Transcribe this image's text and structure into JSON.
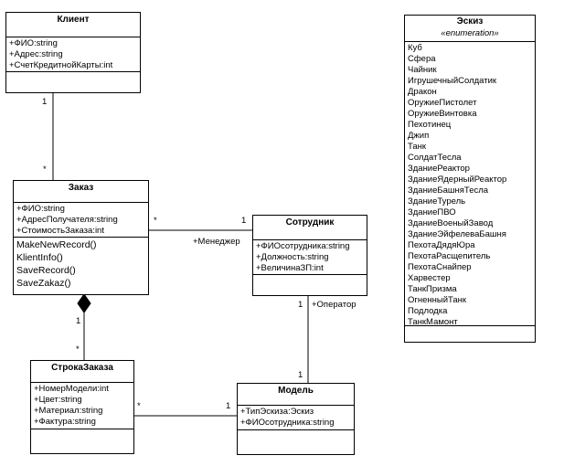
{
  "klient": {
    "name": "Клиент",
    "attributes": [
      "+ФИО:string",
      "+Адрес:string",
      "+СчетКредитнойКарты:int"
    ]
  },
  "zakaz": {
    "name": "Заказ",
    "attributes": [
      "+ФИО:string",
      "+АдресПолучателя:string",
      "+СтоимостьЗаказа:int"
    ],
    "operations": [
      "MakeNewRecord()",
      "KlientInfo()",
      "SaveRecord()",
      "SaveZakaz()"
    ]
  },
  "sotrudnik": {
    "name": "Сотрудник",
    "attributes": [
      "+ФИОсотрудника:string",
      "+Должность:string",
      "+ВеличинаЗП:int"
    ]
  },
  "stroka": {
    "name": "СтрокаЗаказа",
    "attributes": [
      "+НомерМодели:int",
      "+Цвет:string",
      "+Материал:string",
      "+Фактура:string"
    ]
  },
  "model": {
    "name": "Модель",
    "attributes": [
      "+ТипЭскиза:Эскиз",
      "+ФИОсотрудника:string"
    ]
  },
  "eskiz": {
    "name": "Эскиз",
    "stereotype": "«enumeration»",
    "literals": [
      "Куб",
      "Сфера",
      "Чайник",
      "ИгрушечныйСолдатик",
      "Дракон",
      "ОружиеПистолет",
      "ОружиеВинтовка",
      "Пехотинец",
      "Джип",
      "Танк",
      "СолдатТесла",
      "ЗданиеРеактор",
      "ЗданиеЯдерныйРеактор",
      "ЗданиеБашняТесла",
      "ЗданиеТурель",
      "ЗданиеПВО",
      "ЗданиеВоеныйЗавод",
      "ЗданиеЭйфелеваБашня",
      "ПехотаДядяЮра",
      "ПехотаРасщепитель",
      "ПехотаСнайпер",
      "Харвестер",
      "ТанкПризма",
      "ОгненныйТанк",
      "Подлодка",
      "ТанкМамонт"
    ]
  },
  "labels": {
    "klient_zakaz_1": "1",
    "klient_zakaz_many": "*",
    "zakaz_sotr_many": "*",
    "zakaz_sotr_1": "1",
    "role_manager": "+Менеджер",
    "zakaz_stroka_1": "1",
    "zakaz_stroka_many": "*",
    "sotr_model_1": "1",
    "role_operator": "+Оператор",
    "sotr_model_1b": "1",
    "stroka_model_many": "*",
    "stroka_model_1": "1"
  }
}
